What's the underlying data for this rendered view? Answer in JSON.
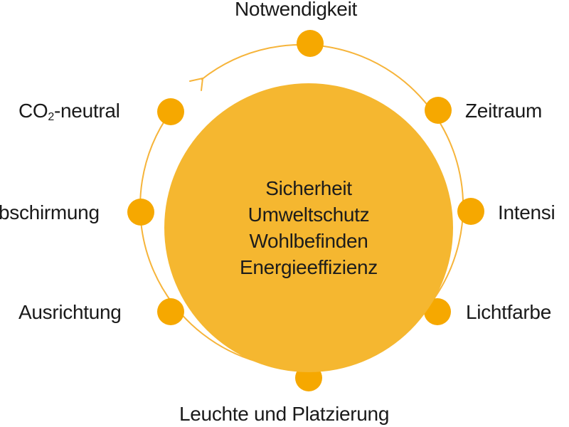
{
  "center": {
    "lines": [
      "Sicherheit",
      "Umweltschutz",
      "Wohlbefinden",
      "Energieeffizienz"
    ]
  },
  "nodes": [
    {
      "id": "notwendigkeit",
      "label": "Notwendigkeit"
    },
    {
      "id": "zeitraum",
      "label": "Zeitraum"
    },
    {
      "id": "intensitaet",
      "label": "Intensi"
    },
    {
      "id": "lichtfarbe",
      "label": "Lichtfarbe"
    },
    {
      "id": "leuchte",
      "label": "Leuchte und Platzierung"
    },
    {
      "id": "ausrichtung",
      "label": "Ausrichtung"
    },
    {
      "id": "abschirmung",
      "label": "bschirmung"
    },
    {
      "id": "co2",
      "label_main": "CO",
      "label_sub": "2",
      "label_rest": "-neutral"
    }
  ],
  "colors": {
    "accent": "#f5b730",
    "node": "#f6a800",
    "ring": "#f6b43a",
    "text": "#1a1a1a"
  }
}
